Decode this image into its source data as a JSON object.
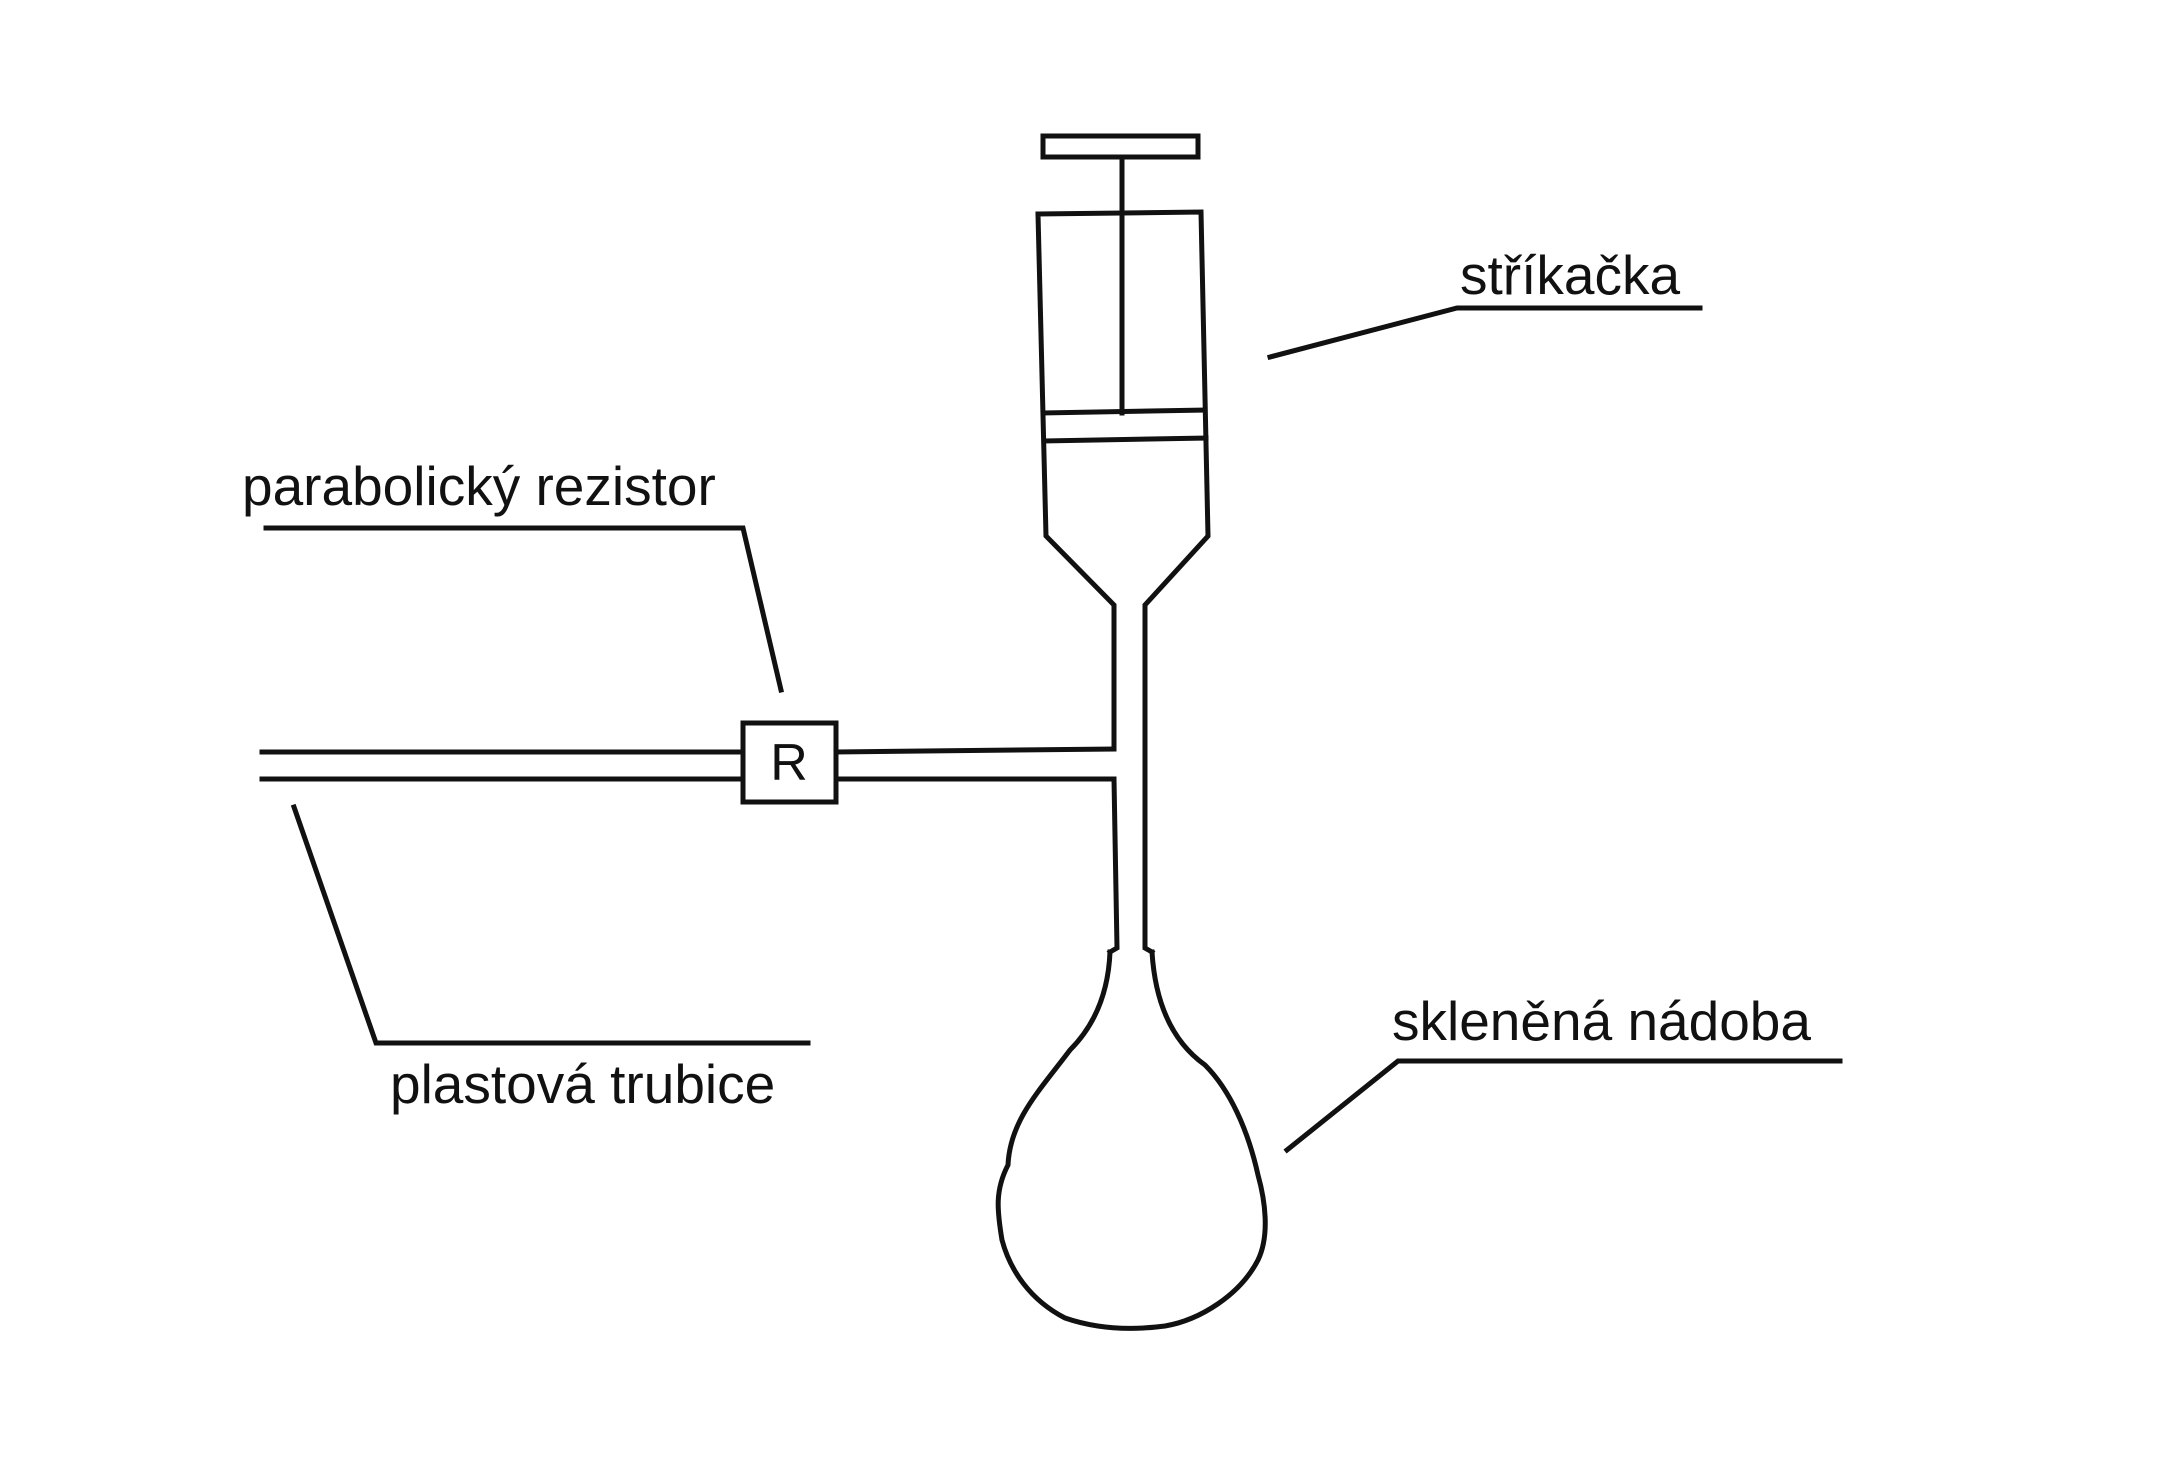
{
  "labels": {
    "syringe": "stříkačka",
    "resistor": "parabolický rezistor",
    "tube": "plastová trubice",
    "vessel": "skleněná nádoba"
  },
  "resistor_symbol": "R"
}
